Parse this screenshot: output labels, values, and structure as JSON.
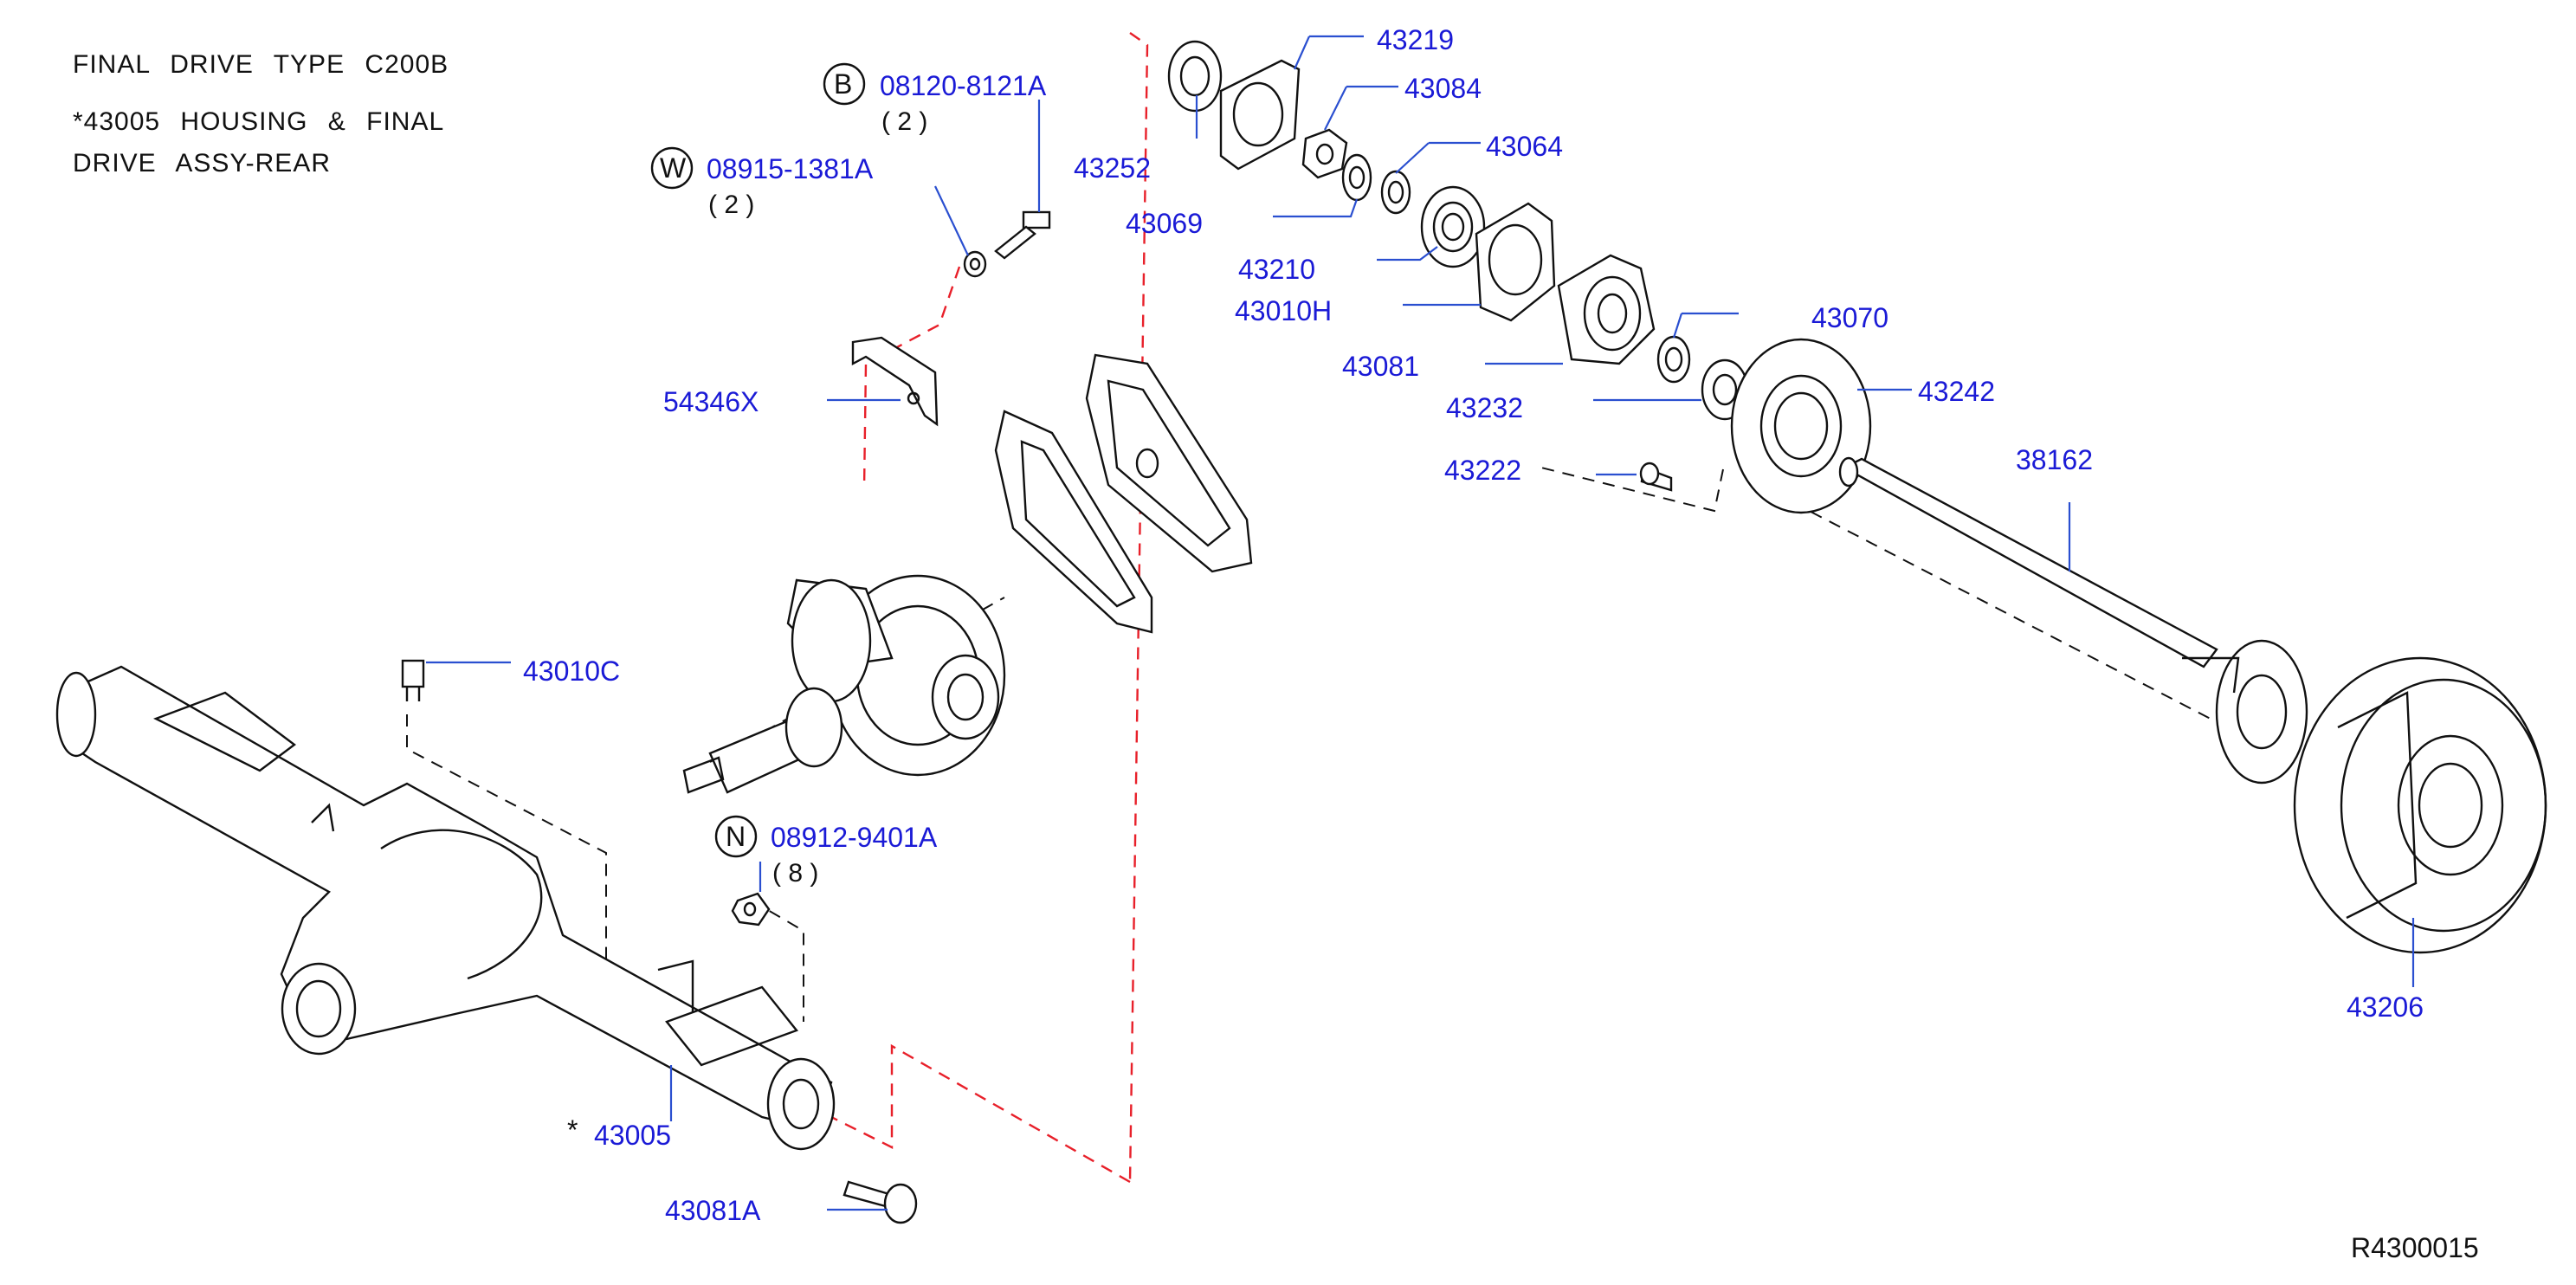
{
  "header": {
    "line1": "FINAL DRIVE TYPE C200B",
    "line2": "*43005 HOUSING & FINAL",
    "line3": "DRIVE ASSY-REAR"
  },
  "reference_code": "R4300015",
  "callouts": [
    {
      "id": "43219",
      "label": "43219"
    },
    {
      "id": "43084",
      "label": "43084"
    },
    {
      "id": "43064",
      "label": "43064"
    },
    {
      "id": "43252",
      "label": "43252"
    },
    {
      "id": "43069",
      "label": "43069"
    },
    {
      "id": "43210",
      "label": "43210"
    },
    {
      "id": "43010H",
      "label": "43010H"
    },
    {
      "id": "43070",
      "label": "43070"
    },
    {
      "id": "43081",
      "label": "43081"
    },
    {
      "id": "43232",
      "label": "43232"
    },
    {
      "id": "43242",
      "label": "43242"
    },
    {
      "id": "43222",
      "label": "43222"
    },
    {
      "id": "38162",
      "label": "38162"
    },
    {
      "id": "54346X",
      "label": "54346X"
    },
    {
      "id": "43010C",
      "label": "43010C"
    },
    {
      "id": "43005",
      "label": "43005"
    },
    {
      "id": "43081A",
      "label": "43081A"
    },
    {
      "id": "43206",
      "label": "43206"
    }
  ],
  "fasteners": [
    {
      "id": "bolt",
      "symbol": "B",
      "part": "08120-8121A",
      "qty": "( 2 )"
    },
    {
      "id": "washer",
      "symbol": "W",
      "part": "08915-1381A",
      "qty": "( 2 )"
    },
    {
      "id": "nut",
      "symbol": "N",
      "part": "08912-9401A",
      "qty": "( 8 )"
    }
  ],
  "asterisk": "*",
  "colors": {
    "label": "#1a1ad6",
    "leader": "#2a4fd0",
    "line": "#111111",
    "red_dash": "#e8202a"
  }
}
